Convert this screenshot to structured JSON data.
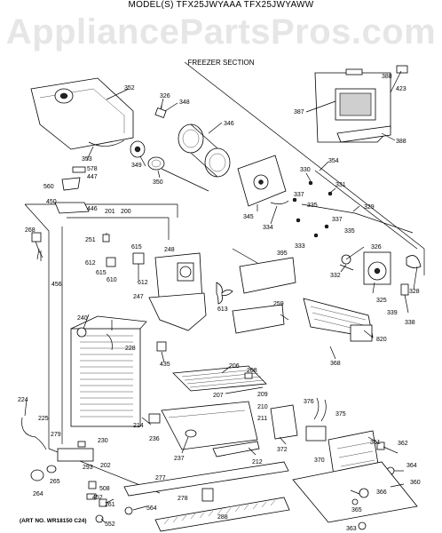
{
  "header": {
    "model_title": "MODEL(S) TFX25JWYAAA  TFX25JWYAWW",
    "watermark": "AppliancePartsPros.com",
    "section_title": "FREEZER SECTION"
  },
  "footer": {
    "art_no": "(ART NO. WR18150 C24)"
  },
  "part_labels": [
    "352",
    "326",
    "348",
    "346",
    "387",
    "388",
    "423",
    "388",
    "354",
    "353",
    "578",
    "447",
    "349",
    "350",
    "330",
    "331",
    "560",
    "450",
    "446",
    "201",
    "200",
    "345",
    "334",
    "337",
    "335",
    "329",
    "337",
    "335",
    "333",
    "326",
    "268",
    "251",
    "615",
    "248",
    "395",
    "612",
    "615",
    "610",
    "612",
    "613",
    "247",
    "332",
    "325",
    "328",
    "339",
    "338",
    "456",
    "259",
    "820",
    "240",
    "228",
    "435",
    "206",
    "208",
    "368",
    "224",
    "207",
    "210",
    "211",
    "209",
    "225",
    "376",
    "375",
    "279",
    "230",
    "214",
    "236",
    "237",
    "212",
    "372",
    "361",
    "362",
    "370",
    "293",
    "202",
    "264",
    "265",
    "508",
    "452",
    "261",
    "277",
    "278",
    "364",
    "360",
    "366",
    "365",
    "564",
    "288",
    "552",
    "363"
  ]
}
